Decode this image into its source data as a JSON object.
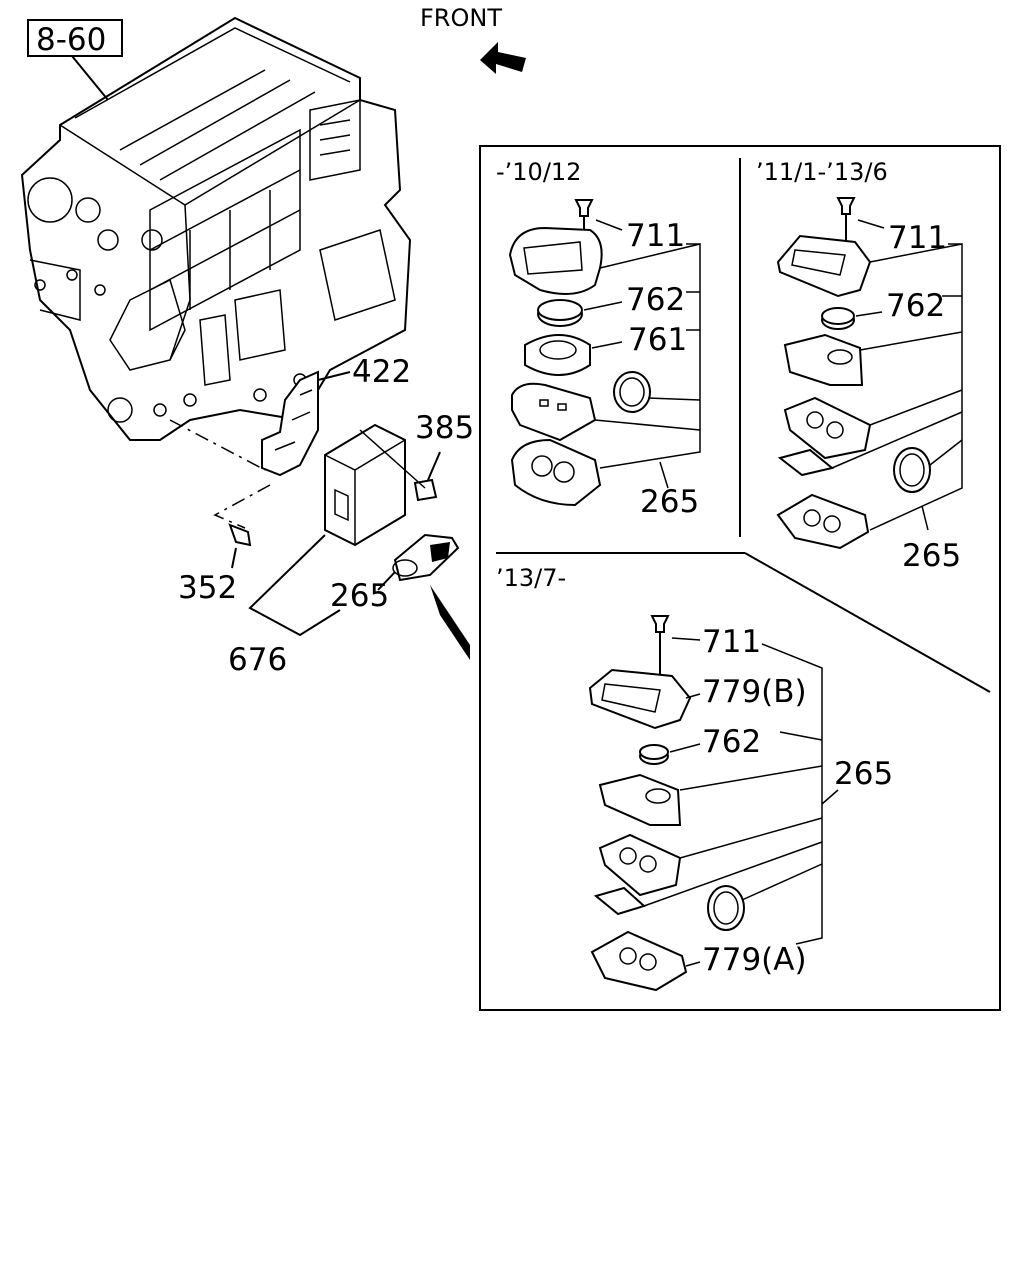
{
  "page_ref": "8-60",
  "front_label": "FRONT",
  "main_labels": {
    "bracket": "422",
    "bolt": "385",
    "screw": "352",
    "keyless": "265",
    "assembly": "676"
  },
  "panel_a": {
    "header": "-’10/12",
    "screw": "711",
    "battery": "762",
    "holder": "761",
    "assy": "265"
  },
  "panel_b": {
    "header": "’11/1-’13/6",
    "screw": "711",
    "battery": "762",
    "assy": "265"
  },
  "panel_c": {
    "header": "’13/7-",
    "screw": "711",
    "case_b": "779(B)",
    "battery": "762",
    "assy": "265",
    "case_a": "779(A)"
  }
}
